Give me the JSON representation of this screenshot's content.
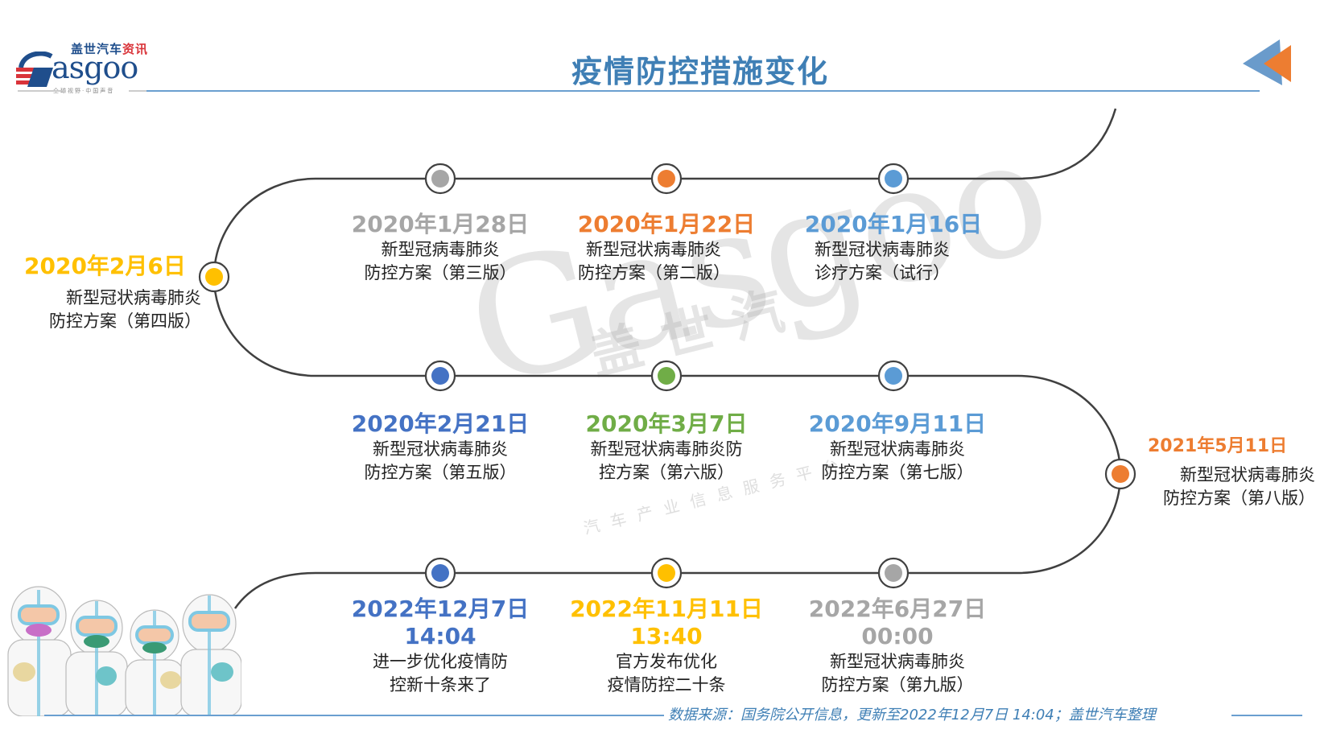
{
  "header": {
    "logo": {
      "cn_left": "盖世汽车",
      "cn_right": "资讯",
      "en": "asgoo",
      "tagline": "全球视野·中国声音"
    },
    "title": "疫情防控措施变化"
  },
  "colors": {
    "title_blue": "#3f7fb5",
    "rule_blue": "#6a9fd0",
    "gray": "#a6a6a6",
    "orange": "#ed7d31",
    "light_blue": "#5b9bd5",
    "yellow": "#ffc000",
    "royal_blue": "#4472c4",
    "green": "#70ad47",
    "track": "#404040"
  },
  "timeline": [
    {
      "id": "v1",
      "date": "2020年1月16日",
      "time": "",
      "desc": [
        "新型冠状病毒肺炎",
        "诊疗方案（试行）"
      ],
      "color": "#5b9bd5"
    },
    {
      "id": "v2",
      "date": "2020年1月22日",
      "time": "",
      "desc": [
        "新型冠状病毒肺炎",
        "防控方案（第二版）"
      ],
      "color": "#ed7d31"
    },
    {
      "id": "v3",
      "date": "2020年1月28日",
      "time": "",
      "desc": [
        "新型冠病毒肺炎",
        "防控方案（第三版）"
      ],
      "color": "#a6a6a6"
    },
    {
      "id": "v4",
      "date": "2020年2月6日",
      "time": "",
      "desc": [
        "新型冠状病毒肺炎",
        "防控方案（第四版）"
      ],
      "color": "#ffc000"
    },
    {
      "id": "v5",
      "date": "2020年2月21日",
      "time": "",
      "desc": [
        "新型冠状病毒肺炎",
        "防控方案（第五版）"
      ],
      "color": "#4472c4"
    },
    {
      "id": "v6",
      "date": "2020年3月7日",
      "time": "",
      "desc": [
        "新型冠状病毒肺炎防",
        "控方案（第六版）"
      ],
      "color": "#70ad47"
    },
    {
      "id": "v7",
      "date": "2020年9月11日",
      "time": "",
      "desc": [
        "新型冠状病毒肺炎",
        "防控方案（第七版）"
      ],
      "color": "#5b9bd5"
    },
    {
      "id": "v8",
      "date": "2021年5月11日",
      "time": "",
      "desc": [
        "新型冠状病毒肺炎",
        "防控方案（第八版）"
      ],
      "color": "#ed7d31"
    },
    {
      "id": "v9",
      "date": "2022年6月27日",
      "time": "00:00",
      "desc": [
        "新型冠状病毒肺炎",
        "防控方案（第九版）"
      ],
      "color": "#a6a6a6"
    },
    {
      "id": "v10",
      "date": "2022年11月11日",
      "time": "13:40",
      "desc": [
        "官方发布优化",
        "疫情防控二十条"
      ],
      "color": "#ffc000"
    },
    {
      "id": "v11",
      "date": "2022年12月7日",
      "time": "14:04",
      "desc": [
        "进一步优化疫情防",
        "控新十条来了"
      ],
      "color": "#4472c4"
    }
  ],
  "watermark": {
    "en": "Gasgoo",
    "cn": "盖世汽",
    "sub": "汽车产业信息服务平台"
  },
  "footer": {
    "source": "数据来源：国务院公开信息，更新至2022年12月7日 14:04；盖世汽车整理"
  }
}
